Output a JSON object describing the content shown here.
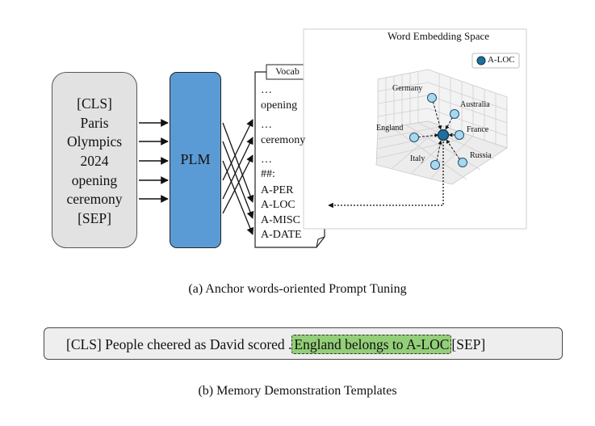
{
  "panel_a": {
    "input_tokens": [
      "[CLS]",
      "Paris",
      "Olympics",
      "2024",
      "opening",
      "ceremony",
      "[SEP]"
    ],
    "model_label": "PLM",
    "vocab": {
      "tab_label": "Vocab",
      "tokens": [
        "…",
        "opening",
        "…",
        "ceremony",
        "…",
        "##:",
        "A-PER",
        "A-LOC",
        "A-MISC",
        "A-DATE"
      ]
    },
    "embedding_space": {
      "title": "Word Embedding Space",
      "legend_label": "A-LOC",
      "countries": [
        "Germany",
        "Australia",
        "England",
        "France",
        "Italy",
        "Russia"
      ]
    },
    "caption": "(a) Anchor words-oriented Prompt Tuning"
  },
  "panel_b": {
    "sequence_prefix": "[CLS] People cheered as David scored .",
    "demonstration": "England belongs to A-LOC",
    "sequence_suffix": "[SEP]",
    "caption": "(b) Memory Demonstration Templates"
  },
  "colors": {
    "input_box_fill": "#e2e2e2",
    "plm_fill": "#5b9bd5",
    "country_point": "#a9d7ef",
    "anchor_point": "#1f6f9d",
    "demo_fill": "#93cf78"
  }
}
